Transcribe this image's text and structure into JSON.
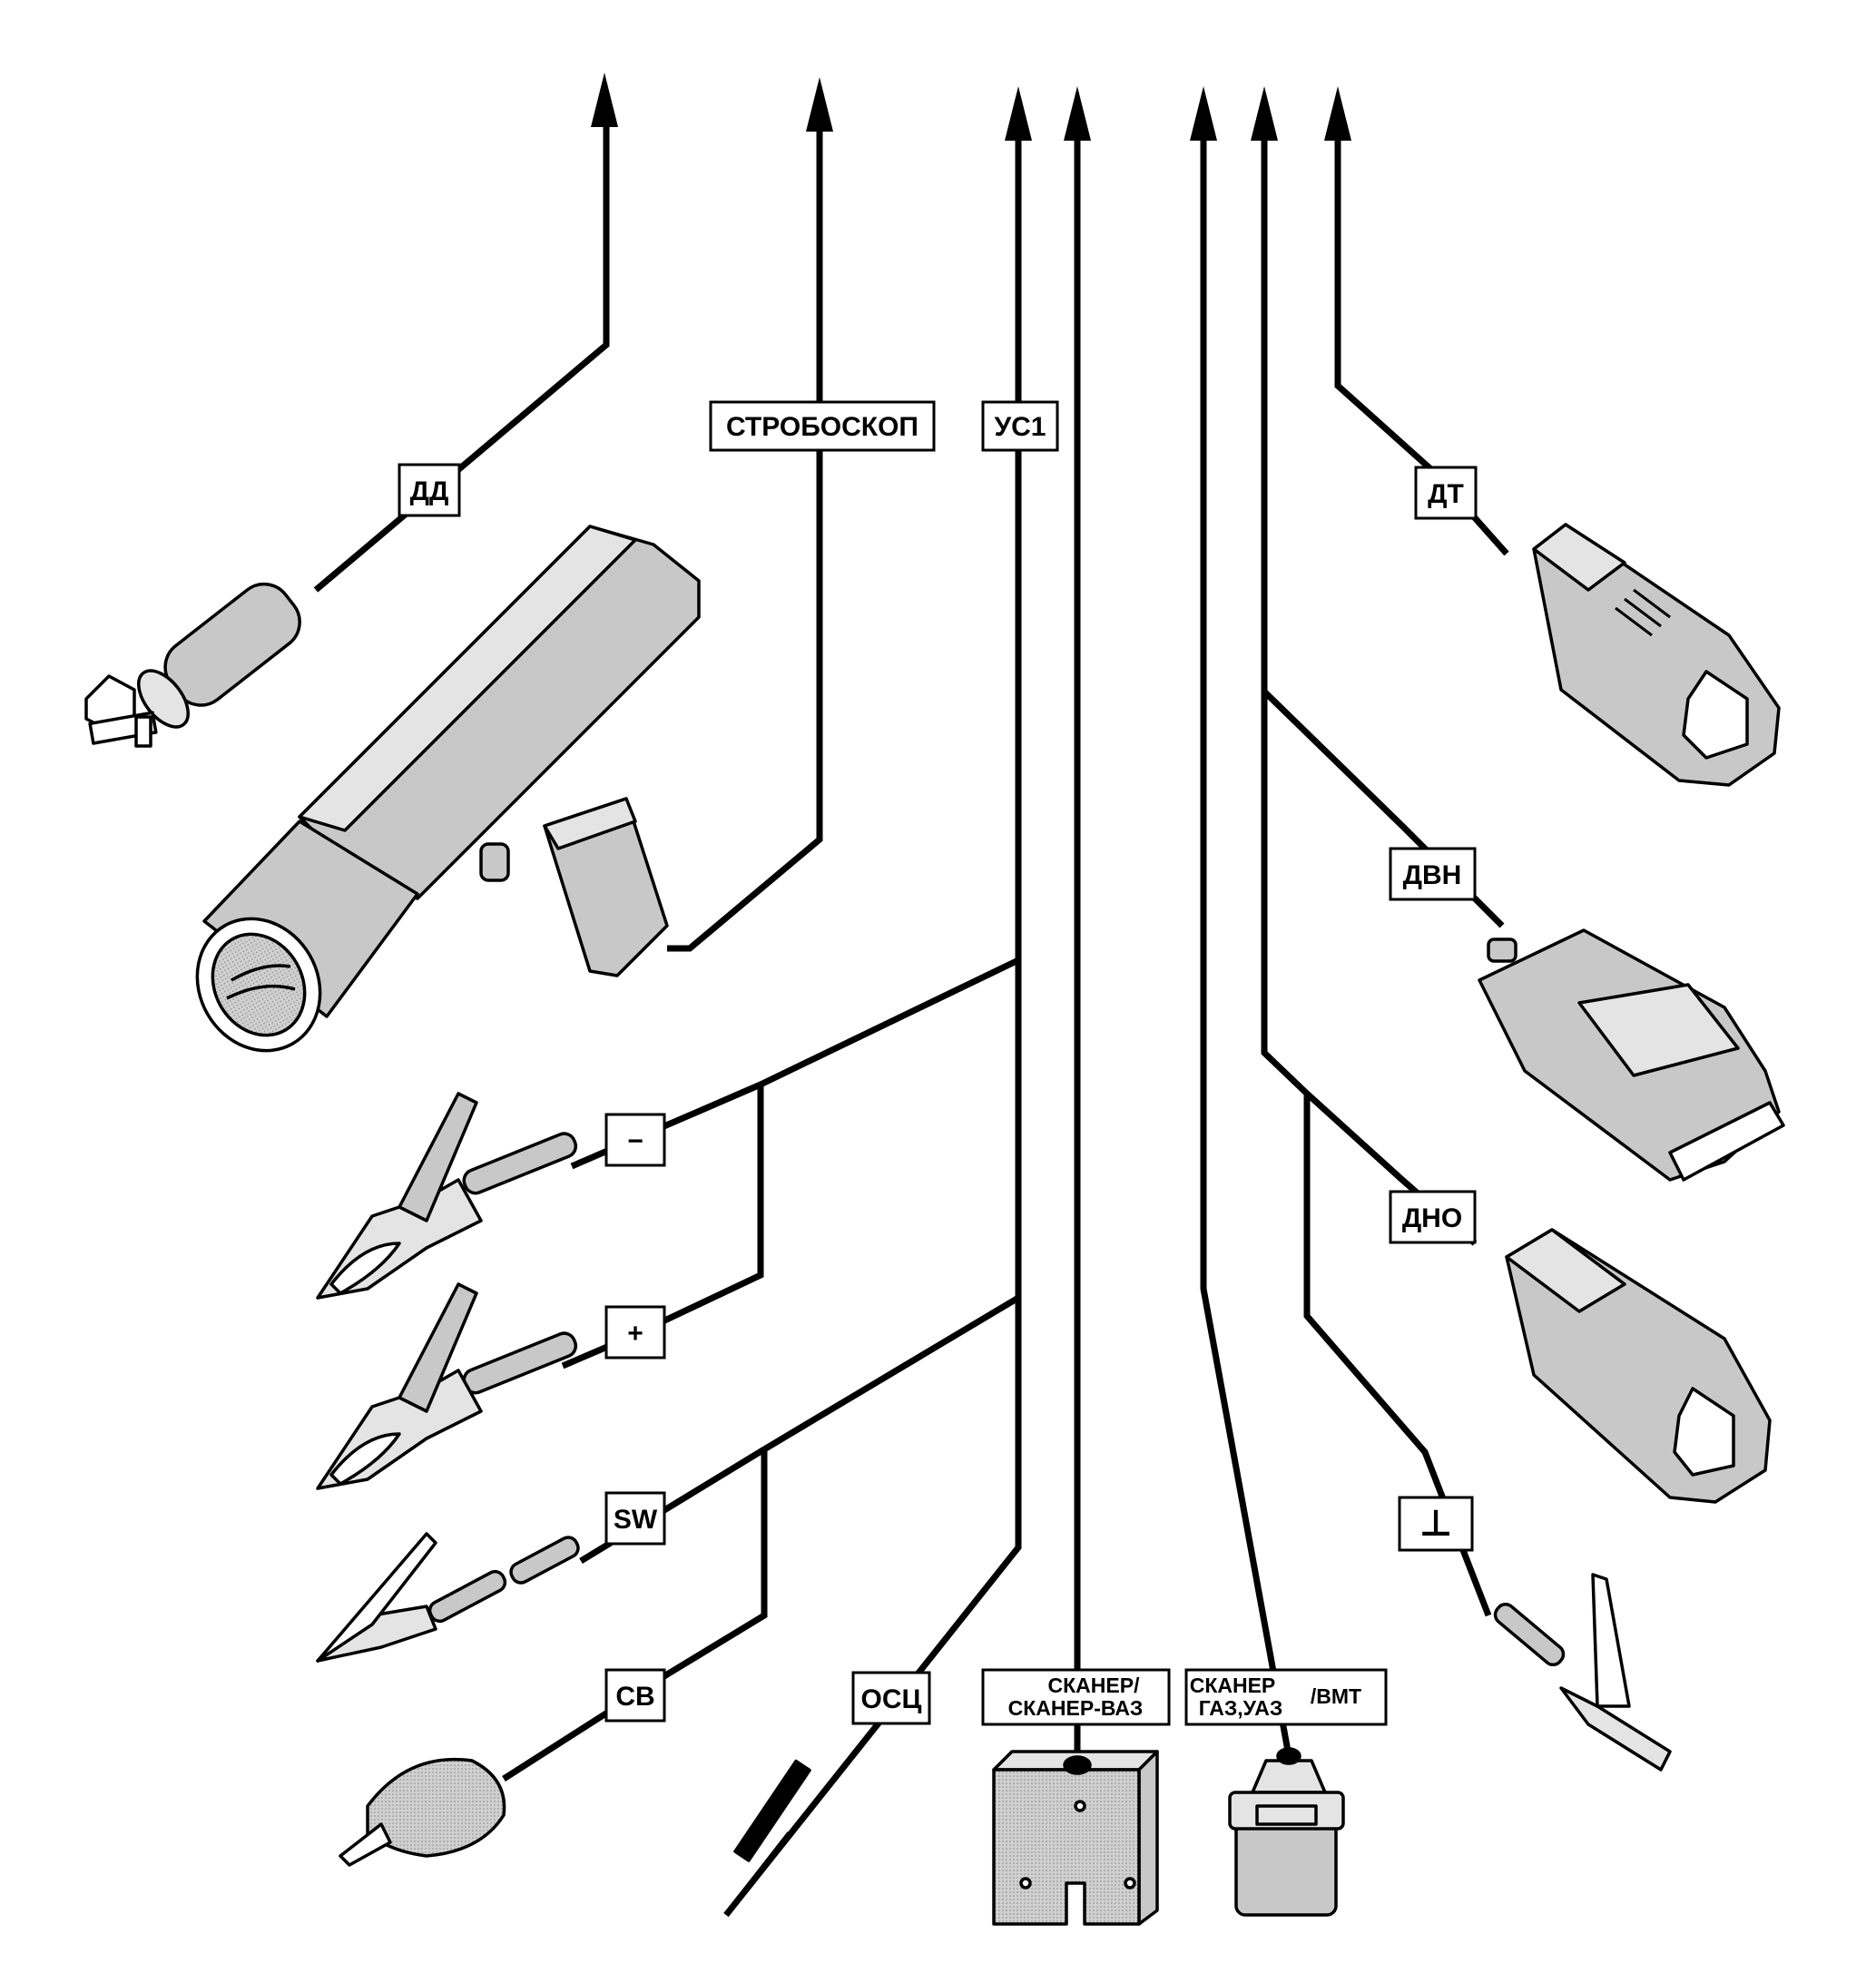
{
  "labels": {
    "dd": "ДД",
    "stroboscope": "СТРОБОСКОП",
    "us1": "УС1",
    "dt": "ДТ",
    "dvn": "ДВН",
    "dno": "ДНО",
    "minus": "−",
    "plus": "+",
    "sw": "SW",
    "sv": "СВ",
    "osc": "ОСЦ",
    "scanner_vaz_line1": "СКАНЕР/",
    "scanner_vaz_line2": "СКАНЕР-ВАЗ",
    "scanner_gaz_line1": "СКАНЕР",
    "scanner_gaz_line2": "ГАЗ,УАЗ",
    "scanner_gaz_suffix": "/ВМТ",
    "ground": "⊥"
  },
  "colors": {
    "line": "#000000",
    "device_fill": "#c8c8c8",
    "device_light": "#e4e4e4",
    "background": "#ffffff"
  },
  "icons": {
    "dd": "pressure-sensor-icon",
    "stroboscope": "timing-light-gun-icon",
    "minus": "alligator-clip-icon",
    "plus": "alligator-clip-icon",
    "sw": "small-alligator-clip-icon",
    "sv": "hv-capacitive-clip-icon",
    "osc": "oscilloscope-probe-icon",
    "scanner_vaz": "diagnostic-connector-block-icon",
    "scanner_gaz": "round-diagnostic-connector-icon",
    "dt": "temperature-sensor-clip-icon",
    "dvn": "high-voltage-sensor-clip-icon",
    "dno": "voltage-sensor-clip-icon",
    "ground": "ground-alligator-clip-icon"
  }
}
